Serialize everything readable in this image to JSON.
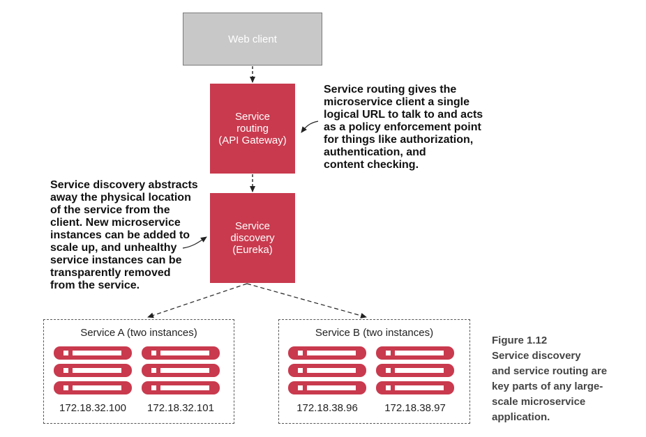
{
  "web_client": {
    "label": "Web client"
  },
  "service_routing": {
    "line1": "Service",
    "line2": "routing",
    "line3": "(API Gateway)"
  },
  "service_discovery": {
    "line1": "Service",
    "line2": "discovery",
    "line3": "(Eureka)"
  },
  "routing_note": {
    "lines": [
      "Service routing gives the",
      "microservice client a single",
      "logical URL to talk to and acts",
      "as a policy enforcement point",
      "for things like authorization,",
      "authentication, and",
      "content checking."
    ]
  },
  "discovery_note": {
    "lines": [
      "Service discovery abstracts",
      "away the physical location",
      "of the service from the",
      "client. New microservice",
      "instances can be added to",
      "scale up, and unhealthy",
      "service instances can be",
      "transparently removed",
      "from the service."
    ]
  },
  "service_a": {
    "label": "Service A (two instances)",
    "instances": [
      {
        "ip": "172.18.32.100"
      },
      {
        "ip": "172.18.32.101"
      }
    ]
  },
  "service_b": {
    "label": "Service B (two instances)",
    "instances": [
      {
        "ip": "172.18.38.96"
      },
      {
        "ip": "172.18.38.97"
      }
    ]
  },
  "caption": {
    "title": "Figure 1.12",
    "lines": [
      "Service discovery",
      "and service routing are",
      "key parts of any large-",
      "scale microservice",
      "application."
    ]
  },
  "colors": {
    "accent_red": "#c93a4e",
    "client_gray": "#c8c8c8"
  }
}
